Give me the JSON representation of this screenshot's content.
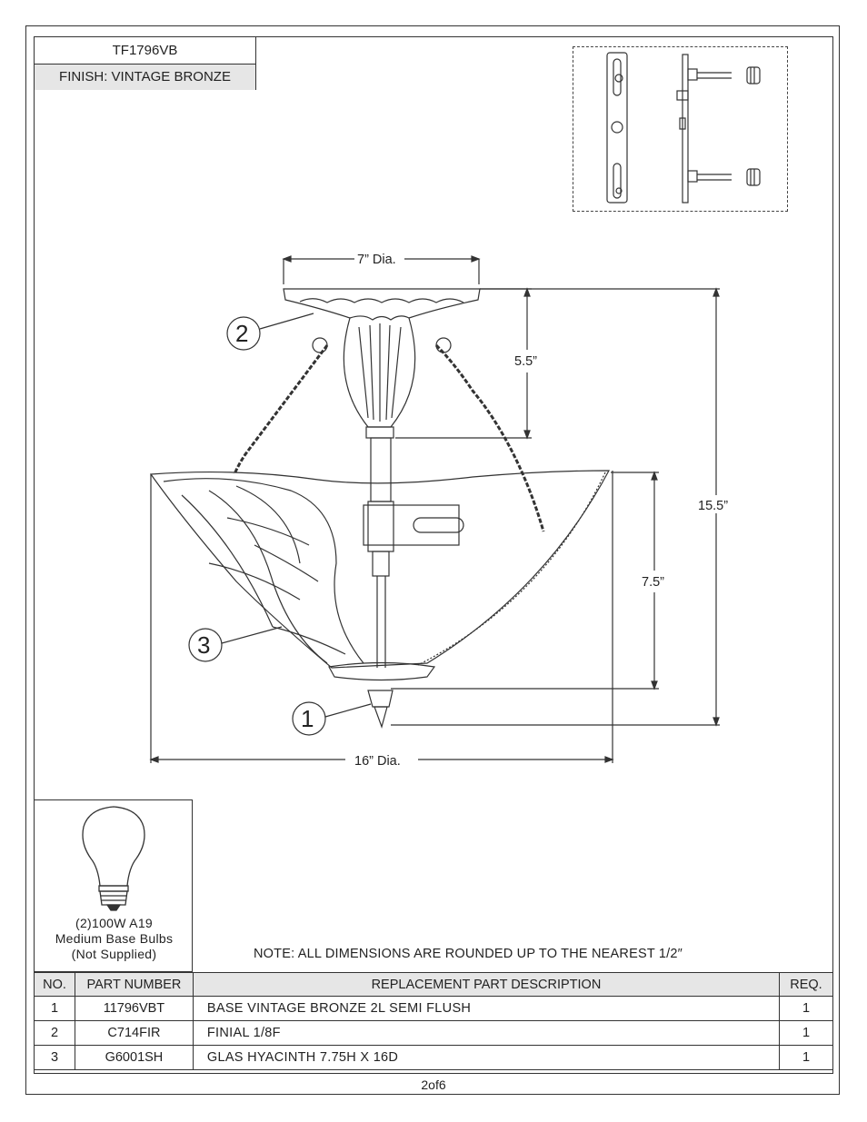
{
  "header": {
    "model": "TF1796VB",
    "finish": "FINISH: VINTAGE BRONZE"
  },
  "dimensions": {
    "top_dia": "7” Dia.",
    "canopy_height": "5.5”",
    "overall_height": "15.5”",
    "shade_height": "7.5”",
    "shade_dia": "16” Dia."
  },
  "callouts": [
    "1",
    "2",
    "3"
  ],
  "bulb": {
    "line1": "(2)100W A19",
    "line2": "Medium Base Bulbs",
    "line3": "(Not Supplied)"
  },
  "note": "NOTE:  ALL DIMENSIONS ARE ROUNDED UP TO THE NEAREST  1/2″",
  "table": {
    "headers": [
      "NO.",
      "PART NUMBER",
      "REPLACEMENT PART DESCRIPTION",
      "REQ."
    ],
    "rows": [
      {
        "no": "1",
        "part": "11796VBT",
        "desc": "BASE VINTAGE BRONZE 2L SEMI FLUSH",
        "req": "1"
      },
      {
        "no": "2",
        "part": "C714FIR",
        "desc": "FINIAL 1/8F",
        "req": "1"
      },
      {
        "no": "3",
        "part": "G6001SH",
        "desc": "GLAS HYACINTH 7.75H X 16D",
        "req": "1"
      }
    ]
  },
  "footer": {
    "page": "2of6"
  },
  "icons": [
    "mounting-bracket-icon",
    "light-bulb-icon",
    "light-fixture-drawing"
  ]
}
